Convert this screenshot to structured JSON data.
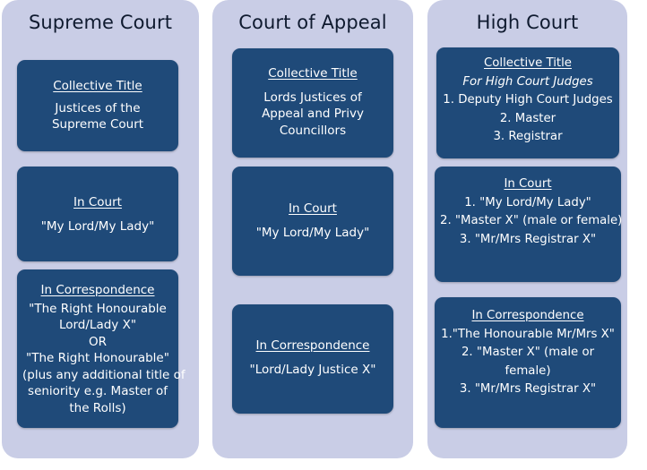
{
  "columns": {
    "supreme": {
      "title": "Supreme Court",
      "collective": {
        "heading": "Collective Title",
        "lines": [
          "Justices of the",
          "Supreme Court"
        ]
      },
      "in_court": {
        "heading": "In Court",
        "lines": [
          "\"My Lord/My Lady\""
        ]
      },
      "correspondence": {
        "heading": "In Correspondence",
        "lines": [
          "\"The Right Honourable",
          "Lord/Lady X\"",
          "OR",
          "\"The Right Honourable\"",
          "(plus any additional title of",
          "seniority e.g. Master of",
          "the Rolls)"
        ]
      }
    },
    "appeal": {
      "title": "Court of Appeal",
      "collective": {
        "heading": "Collective Title",
        "lines": [
          "Lords Justices of",
          "Appeal and Privy",
          "Councillors"
        ]
      },
      "in_court": {
        "heading": "In Court",
        "lines": [
          "\"My Lord/My Lady\""
        ]
      },
      "correspondence": {
        "heading": "In Correspondence",
        "lines": [
          "\"Lord/Lady Justice X\""
        ]
      }
    },
    "high": {
      "title": "High Court",
      "collective": {
        "heading": "Collective Title",
        "subheading": "For High Court Judges",
        "lines": [
          "1. Deputy High Court Judges",
          "2. Master",
          "3. Registrar"
        ]
      },
      "in_court": {
        "heading": "In Court",
        "lines": [
          "1. \"My Lord/My Lady\"",
          "2. \"Master X\" (male or female)",
          "3. \"Mr/Mrs Registrar X\""
        ]
      },
      "correspondence": {
        "heading": "In Correspondence",
        "lines": [
          "1.\"The Honourable Mr/Mrs X\"",
          "2. \"Master X\" (male or",
          "female)",
          "3. \"Mr/Mrs Registrar X\""
        ]
      }
    }
  },
  "colors": {
    "column_bg": "#c9cde6",
    "box_bg": "#1f4a79",
    "box_text": "#ffffff",
    "title_text": "#0f1a2f"
  }
}
